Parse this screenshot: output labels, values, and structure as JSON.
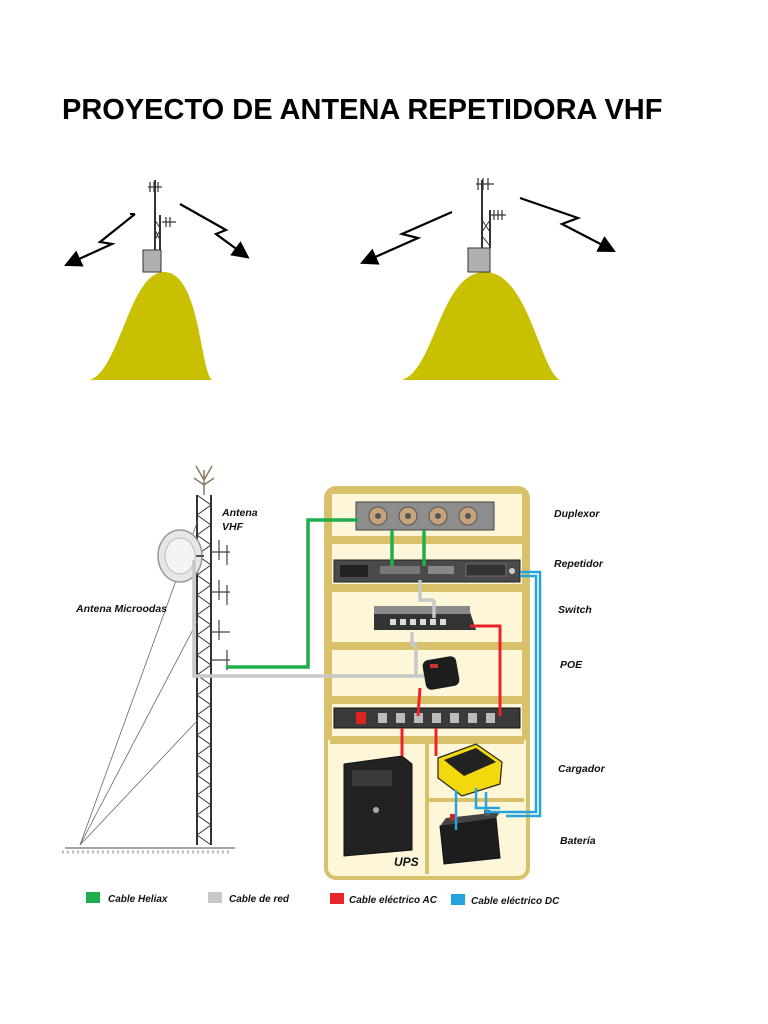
{
  "title": "PROYECTO DE ANTENA REPETIDORA VHF",
  "labels": {
    "antena_vhf_line1": "Antena",
    "antena_vhf_line2": "VHF",
    "antena_microondas": "Antena Microodas",
    "duplexor": "Duplexor",
    "repetidor": "Repetidor",
    "switch": "Switch",
    "poe": "POE",
    "cargador": "Cargador",
    "bateria": "Batería",
    "ups": "UPS"
  },
  "legend": [
    {
      "label": "Cable Heliax",
      "color": "#1fae4b"
    },
    {
      "label": "Cable de red",
      "color": "#c8c8c8"
    },
    {
      "label": "Cable eléctrico AC",
      "color": "#e8252b"
    },
    {
      "label": "Cable eléctrico DC",
      "color": "#25a3dd"
    }
  ],
  "colors": {
    "hill": "#c8c000",
    "rack_frame": "#d9c06a",
    "rack_fill": "#fdf6d8"
  }
}
